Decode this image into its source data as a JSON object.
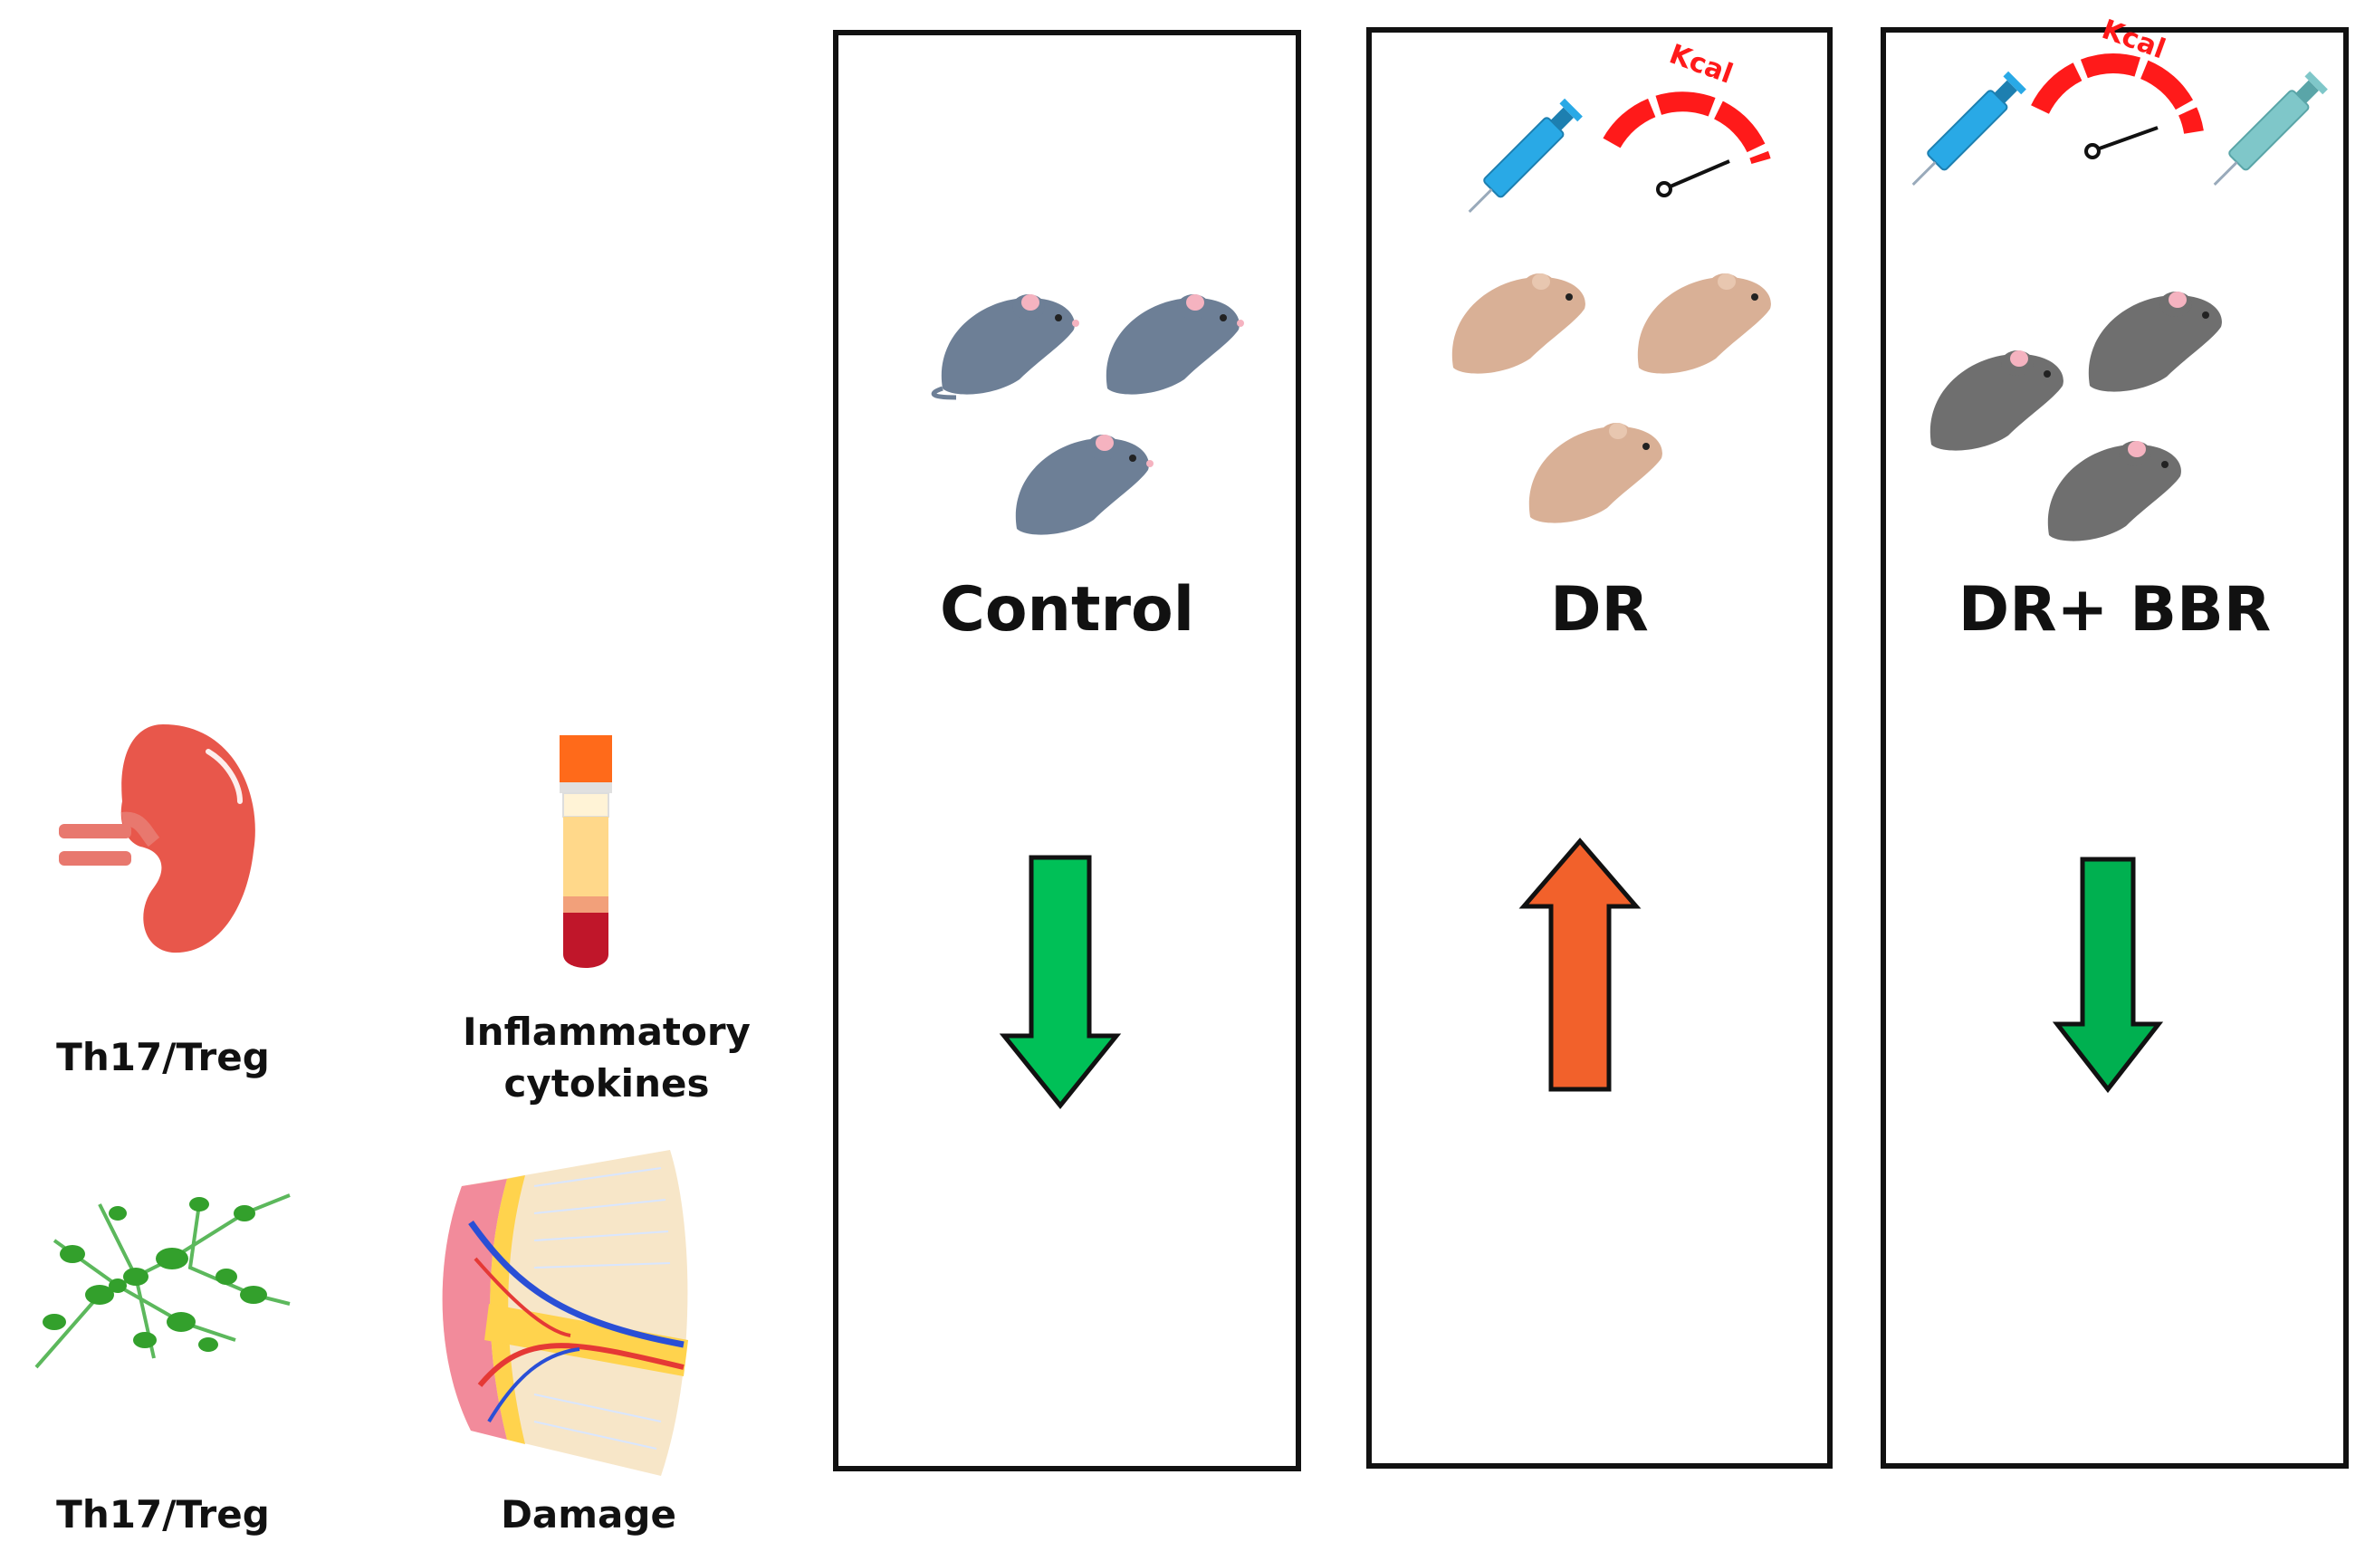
{
  "left_items": [
    {
      "label": "Th17/Treg",
      "icon": "kidney-icon"
    },
    {
      "label": "Inflammatory\ncytokines",
      "icon": "blood-tube-icon"
    },
    {
      "label": "Th17/Treg",
      "icon": "bacteria-cells-icon"
    },
    {
      "label": "Damage",
      "icon": "tissue-section-icon"
    }
  ],
  "groups": [
    {
      "title": "Control",
      "arrow": "down",
      "arrow_color": "#00c057",
      "mouse_color": "#6d7f96",
      "tools": []
    },
    {
      "title": "DR",
      "arrow": "up",
      "arrow_color": "#f2612b",
      "mouse_color": "#d9b096",
      "tools": [
        "syringe-icon",
        "kcal-gauge-icon"
      ]
    },
    {
      "title": "DR+ BBR",
      "arrow": "down",
      "arrow_color": "#00b050",
      "mouse_color": "#6f6f6f",
      "tools": [
        "syringe-icon",
        "kcal-gauge-icon",
        "syringe-icon"
      ]
    }
  ],
  "gauge_label": "Kcal",
  "colors": {
    "gauge_red": "#ff1a1a",
    "syringe_blue": "#29a9e6",
    "syringe_teal": "#7fc7c9",
    "kidney": "#e8574b"
  }
}
